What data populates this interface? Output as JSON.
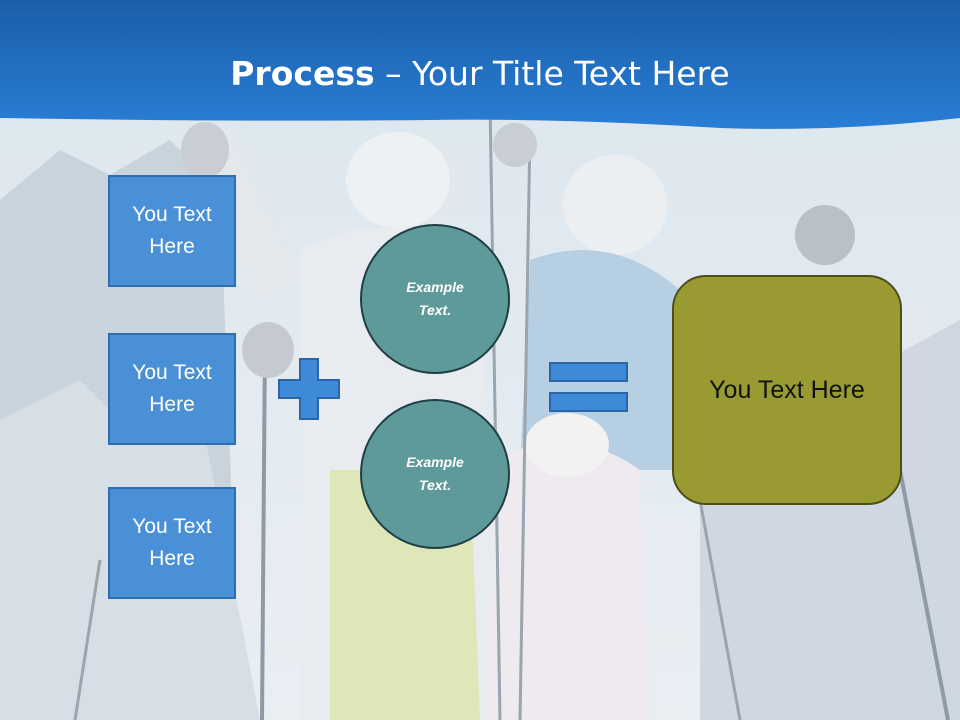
{
  "title": {
    "bold": "Process",
    "rest": " – Your Title Text Here"
  },
  "inputs": [
    {
      "label": "You Text Here"
    },
    {
      "label": "You Text Here"
    },
    {
      "label": "You Text Here"
    }
  ],
  "circles": [
    {
      "label": "Example Text."
    },
    {
      "label": "Example Text."
    }
  ],
  "result": {
    "label": "You Text Here"
  },
  "colors": {
    "header_blue": "#1f6fc4",
    "box_fill": "#4a90d6",
    "circle_fill": "#5f9a9a",
    "result_fill": "#9a9a33",
    "symbol_fill": "#3f8ad8"
  },
  "icons": {
    "operator_1": "plus-icon",
    "operator_2": "equals-icon"
  }
}
